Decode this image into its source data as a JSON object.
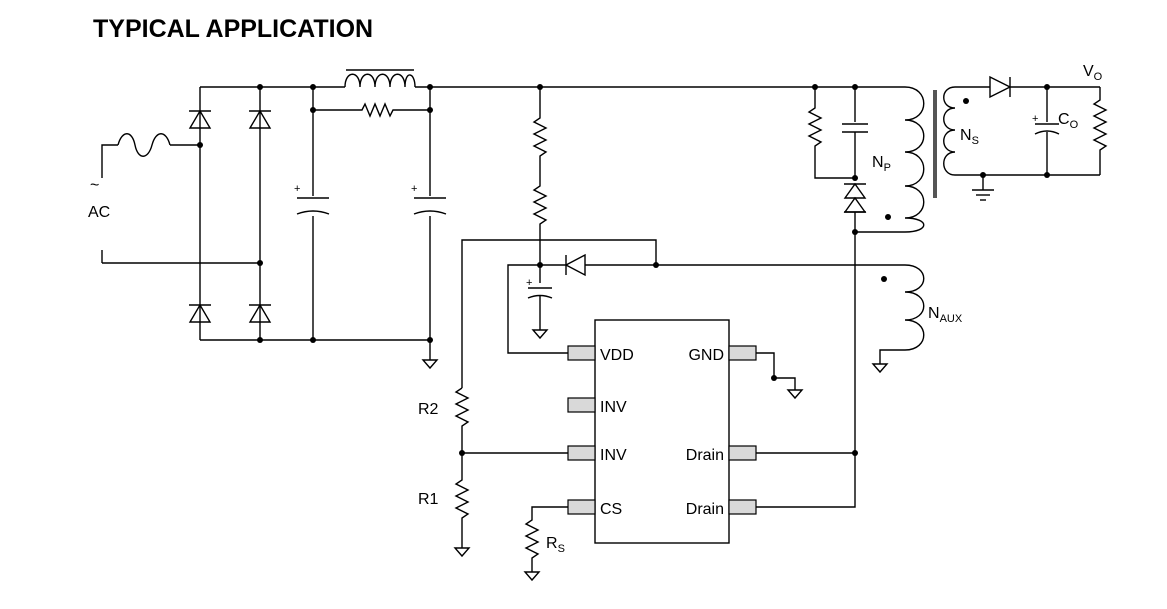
{
  "header": {
    "title": "TYPICAL APPLICATION"
  },
  "labels": {
    "ac_tilde": "~",
    "ac": "AC",
    "r2": "R2",
    "r1": "R1",
    "rs": "R",
    "rs_sub": "S",
    "np": "N",
    "np_sub": "P",
    "ns": "N",
    "ns_sub": "S",
    "naux": "N",
    "naux_sub": "AUX",
    "co": "C",
    "co_sub": "O",
    "vo": "V",
    "vo_sub": "O",
    "plus": "+"
  },
  "ic": {
    "pins_left": [
      "VDD",
      "INV",
      "INV",
      "CS"
    ],
    "pins_right": [
      "GND",
      "Drain",
      "Drain"
    ]
  }
}
